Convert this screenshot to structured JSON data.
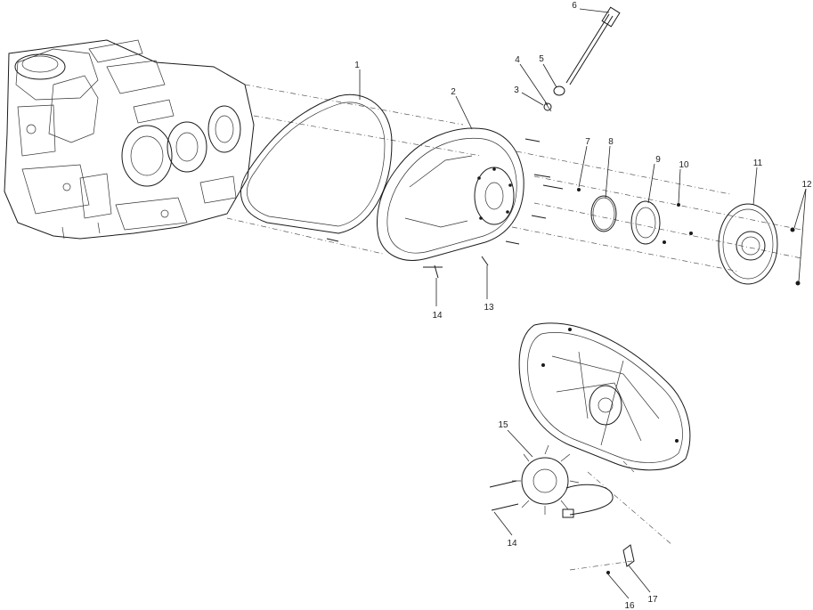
{
  "diagram": {
    "callouts": [
      {
        "id": "c1",
        "label": "1"
      },
      {
        "id": "c2",
        "label": "2"
      },
      {
        "id": "c3",
        "label": "3"
      },
      {
        "id": "c4",
        "label": "4"
      },
      {
        "id": "c5",
        "label": "5"
      },
      {
        "id": "c6",
        "label": "6"
      },
      {
        "id": "c7",
        "label": "7"
      },
      {
        "id": "c8",
        "label": "8"
      },
      {
        "id": "c9",
        "label": "9"
      },
      {
        "id": "c10",
        "label": "10"
      },
      {
        "id": "c11",
        "label": "11"
      },
      {
        "id": "c12",
        "label": "12"
      },
      {
        "id": "c13",
        "label": "13"
      },
      {
        "id": "c14a",
        "label": "14"
      },
      {
        "id": "c14b",
        "label": "14"
      },
      {
        "id": "c15",
        "label": "15"
      },
      {
        "id": "c16",
        "label": "16"
      },
      {
        "id": "c17",
        "label": "17"
      }
    ]
  }
}
